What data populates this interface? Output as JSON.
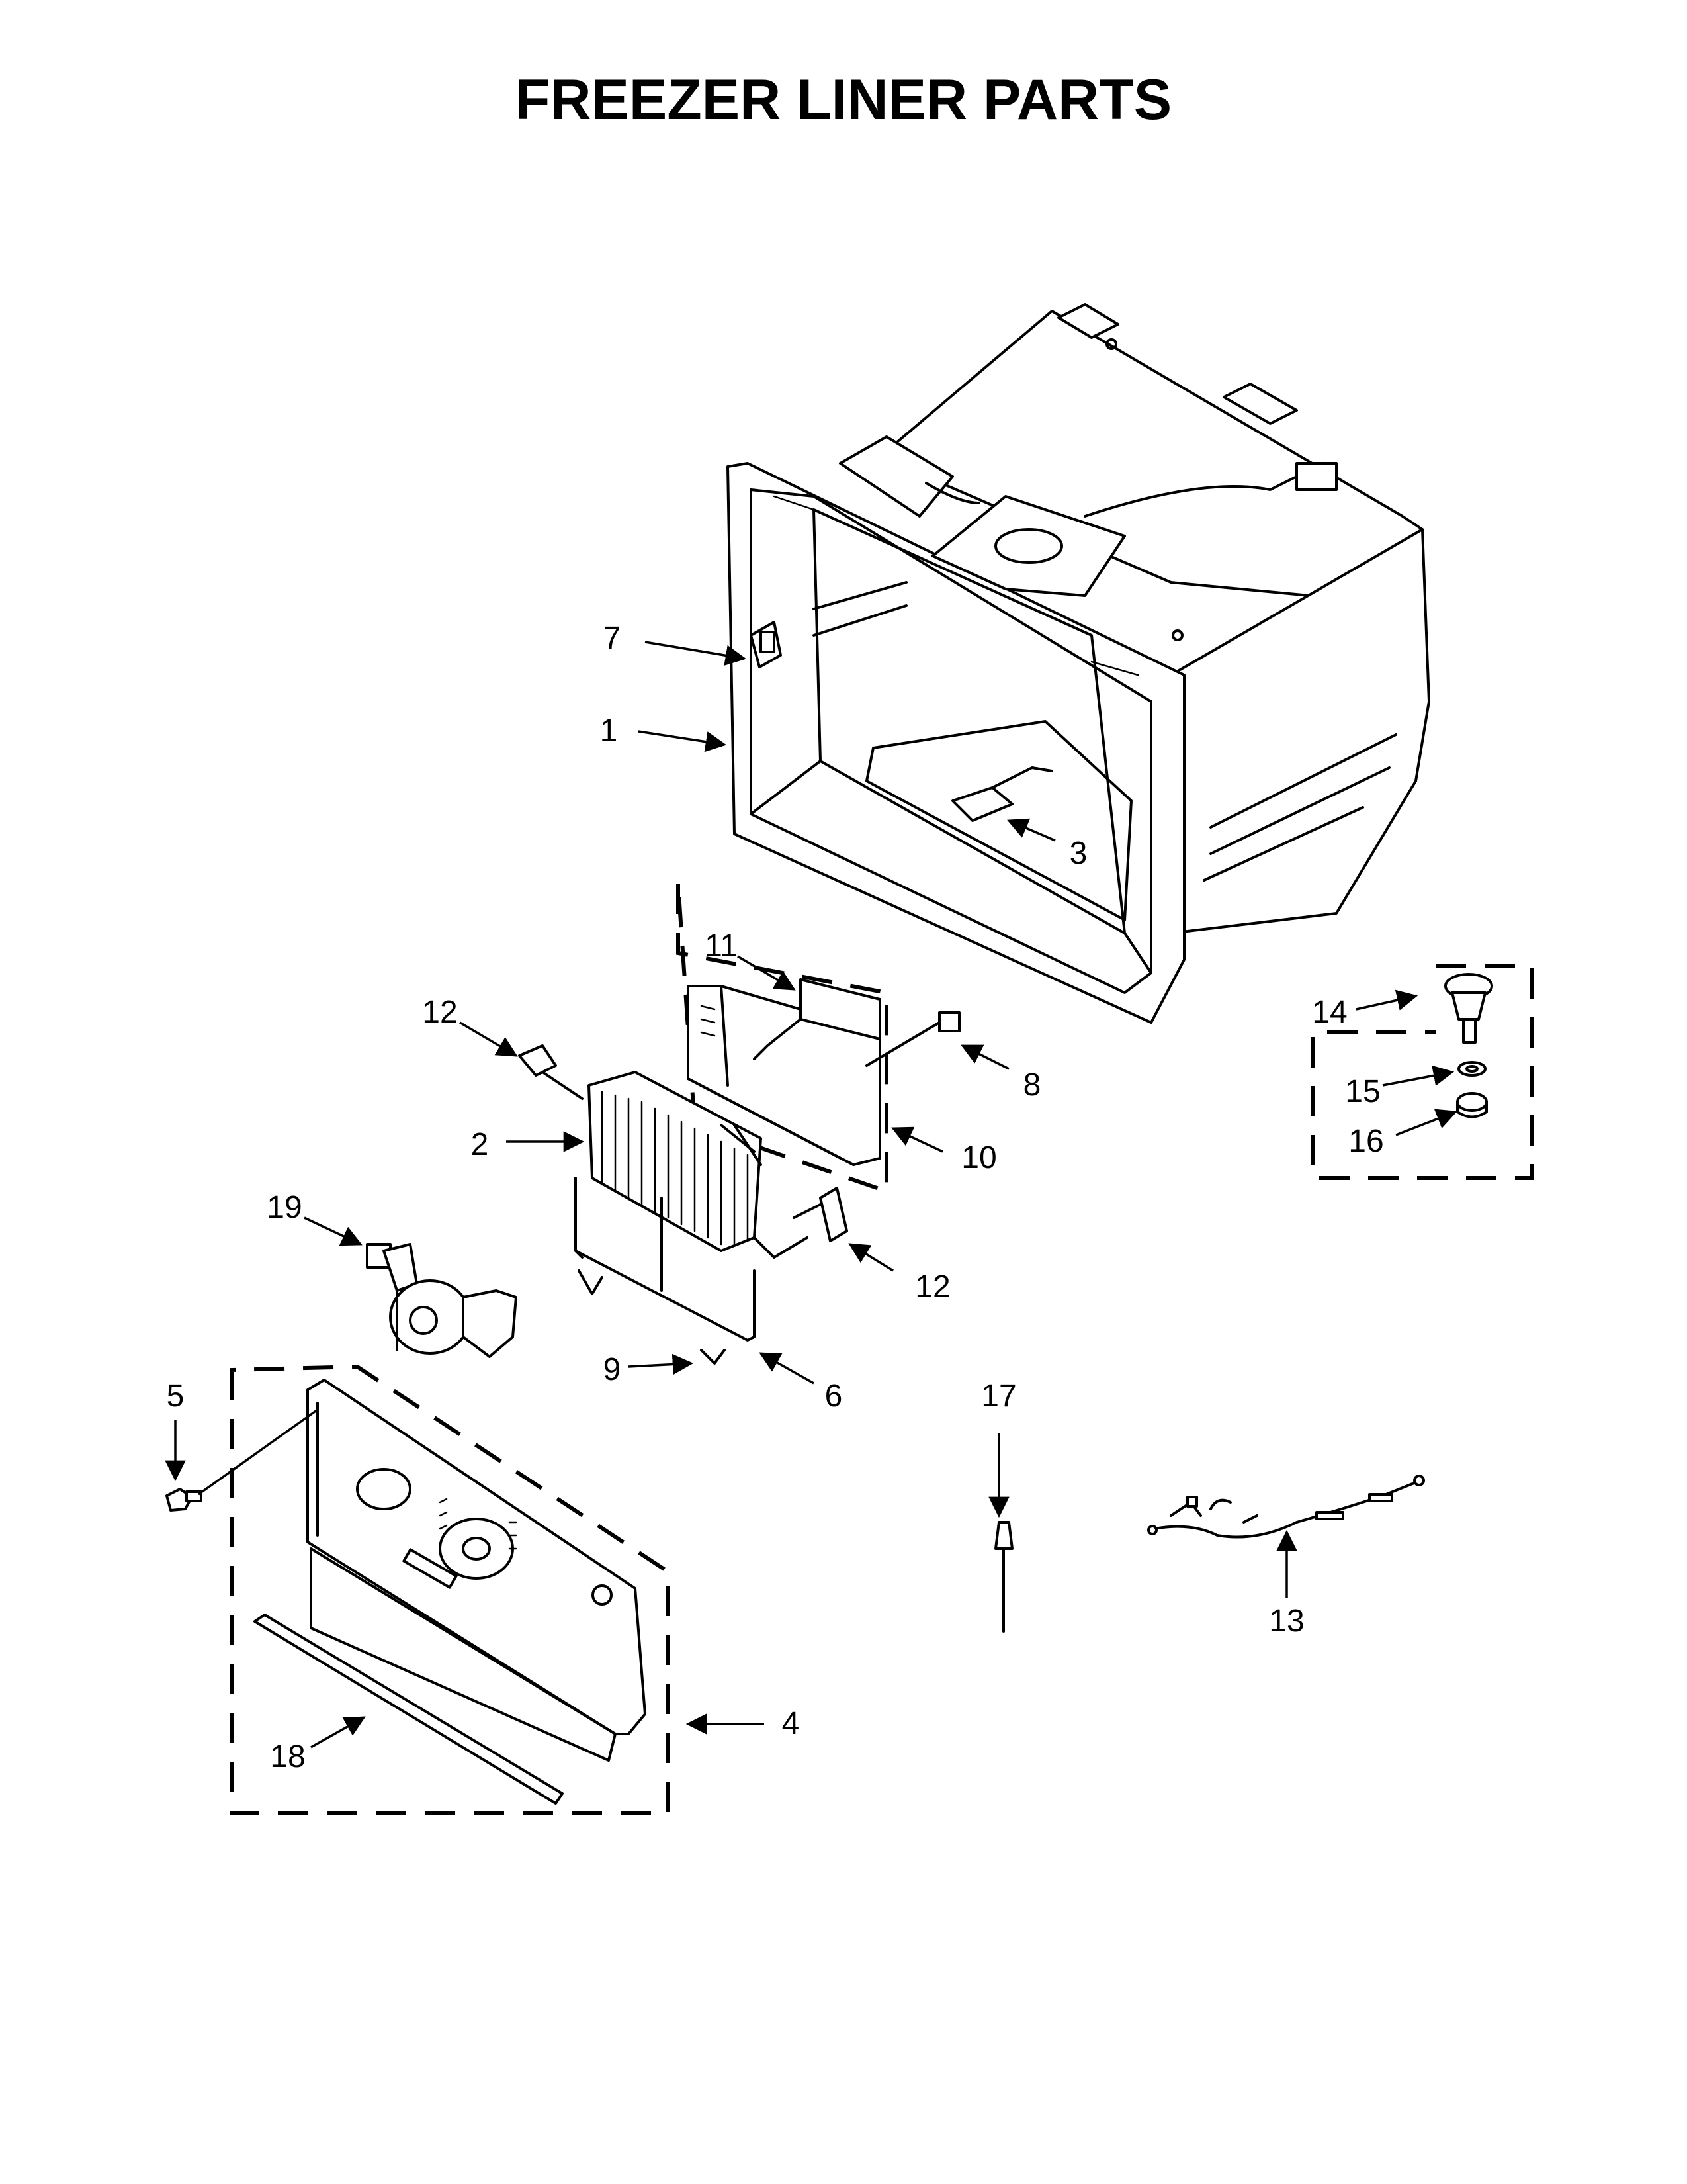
{
  "title": "FREEZER LINER PARTS",
  "callouts": {
    "c1": "1",
    "c2": "2",
    "c3": "3",
    "c4": "4",
    "c5": "5",
    "c6": "6",
    "c7": "7",
    "c8": "8",
    "c9": "9",
    "c10": "10",
    "c11": "11",
    "c12a": "12",
    "c12b": "12",
    "c13": "13",
    "c14": "14",
    "c15": "15",
    "c16": "16",
    "c17": "17",
    "c18": "18",
    "c19": "19"
  }
}
